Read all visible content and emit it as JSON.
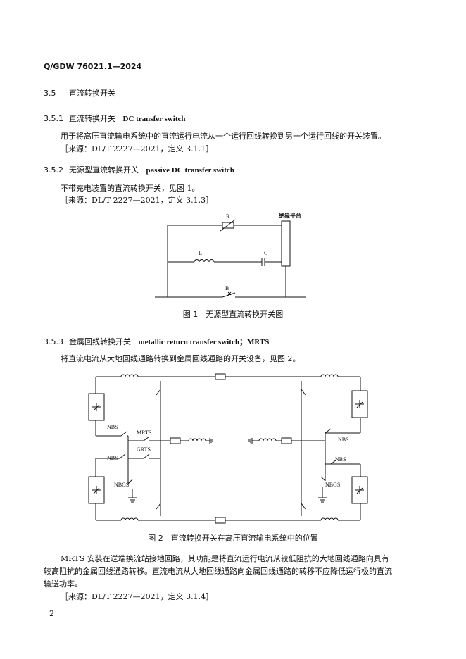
{
  "header": {
    "doc_id": "Q/GDW 76021.1—2024"
  },
  "s35": {
    "num": "3.5",
    "title": "直流转换开关"
  },
  "s351": {
    "num": "3.5.1",
    "title_cn": "直流转换开关",
    "title_en": "DC transfer switch",
    "body": "用于将高压直流输电系统中的直流运行电流从一个运行回线转换到另一个运行回线的开关装置。",
    "source": "［来源：DL/T 2227—2021，定义 3.1.1］"
  },
  "s352": {
    "num": "3.5.2",
    "title_cn": "无源型直流转换开关",
    "title_en": "passive DC transfer switch",
    "body": "不带充电装置的直流转换开关，见图 1。",
    "source": "［来源：DL/T 2227—2021，定义 3.1.3］"
  },
  "fig1": {
    "labels": {
      "R": "R",
      "L": "L",
      "C": "C",
      "B": "B",
      "platform": "绝缘平台"
    },
    "caption": "图 1　无源型直流转换开关图"
  },
  "s353": {
    "num": "3.5.3",
    "title_cn": "金属回线转换开关",
    "title_en": "metallic return transfer switch；MRTS",
    "body": "将直流电流从大地回线通路转换到金属回线通路的开关设备，见图 2。",
    "note_lines": [
      "MRTS 安装在送端换流站接地回路，其功能是将直流运行电流从较低阻抗的大地回线通路向具有",
      "较高阻抗的金属回线通路转移。直流电流从大地回线通路向金属回线通路的转移不应降低运行极的直流",
      "输送功率。"
    ],
    "source": "［来源：DL/T 2227—2021，定义 3.1.4］"
  },
  "fig2": {
    "labels": {
      "nbs_upper_left": "NBS",
      "mrts": "MRTS",
      "grts": "GRTS",
      "nbs_lower_left": "NBS",
      "nbgs_left": "NBGS",
      "nbs_upper_right": "NBS",
      "nbs_lower_right": "NBS",
      "nbgs_right": "NBGS"
    },
    "caption": "图 2　直流转换开关在高压直流输电系统中的位置"
  },
  "footer": {
    "page_number": "2"
  }
}
